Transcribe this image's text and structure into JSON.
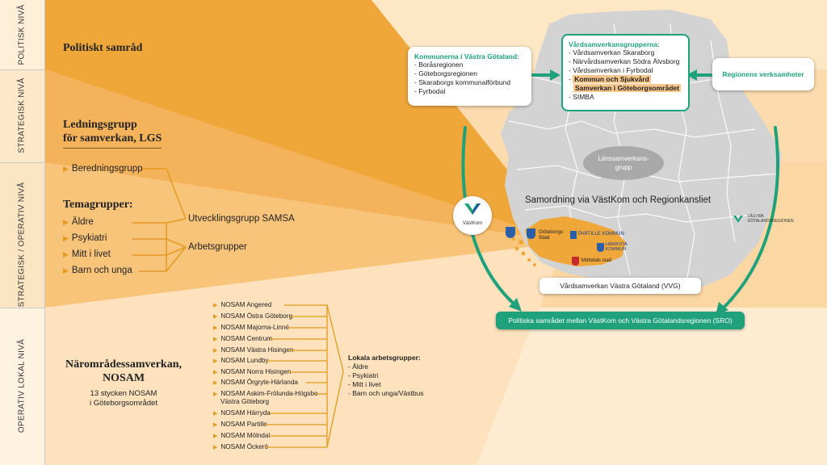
{
  "levels": [
    {
      "label": "POLITISK NIVÅ"
    },
    {
      "label": "STRATEGISK NIVÅ"
    },
    {
      "label": "STRATEGISK / OPERATIV NIVÅ"
    },
    {
      "label": "OPERATIV LOKAL NIVÅ"
    }
  ],
  "politiskt_samrad": "Politiskt samråd",
  "lgs": {
    "line1": "Ledningsgrupp",
    "line2": "för samverkan, LGS"
  },
  "beredningsgrupp": "Beredningsgrupp",
  "temagrupper": {
    "title": "Temagrupper:",
    "items": [
      "Äldre",
      "Psykiatri",
      "Mitt i livet",
      "Barn och unga"
    ]
  },
  "utvecklingsgrupp": "Utvecklingsgrupp SAMSA",
  "arbetsgrupper": "Arbetsgrupper",
  "nosam": {
    "title1": "Närområdessamverkan,",
    "title2": "NOSAM",
    "sub1": "13 stycken NOSAM",
    "sub2": "i Göteborgsområdet",
    "items": [
      "NOSAM Angered",
      "NOSAM Östra Göteborg",
      "NOSAM Majorna-Linné",
      "NOSAM Centrum",
      "NOSAM Västra Hisingen",
      "NOSAM Lundby",
      "NOSAM Norra Hisingen",
      "NOSAM Örgryte-Härlanda",
      "NOSAM Askim-Frölunda-Högsbo",
      "NOSAM Härryda",
      "NOSAM Partille",
      "NOSAM Mölndal",
      "NOSAM Öckerö"
    ],
    "askim_line2": "Västra Göteborg"
  },
  "lokala": {
    "title": "Lokala arbetsgrupper:",
    "items": [
      "- Äldre",
      "- Psykiatri",
      "- Mitt i livet",
      "- Barn och unga/Västbus"
    ]
  },
  "kommunerna": {
    "title": "Kommunerna i Västra Götaland:",
    "items": [
      "- Boråsregionen",
      "- Göteborgsregionen",
      "- Skaraborgs kommunalförbund",
      "- Fyrbodal"
    ]
  },
  "vardsamverkansgrupperna": {
    "title": "Vårdsamverkansgrupperna:",
    "items": [
      "- Vårdsamverkan Skaraborg",
      "- Närvårdsamverkan Södra Älvsborg",
      "- Vårdsamverkan i Fyrbodal"
    ],
    "dash": "-",
    "hl1": "Kommun och Sjukvård",
    "hl2": "Samverkan i Göteborgsområdet",
    "last": "- SIMBA"
  },
  "regionens": "Regionens verksamheter",
  "lanssamverkan": {
    "line1": "Länssamverkans-",
    "line2": "grupp"
  },
  "samordning": "Samordning via VästKom och Regionkansliet",
  "vastkom": "VästKom",
  "vgr": {
    "line1": "VÄSTRA",
    "line2": "GÖTALANDSREGIONEN"
  },
  "municipalities": {
    "goteborg1": "Göteborgs",
    "goteborg2": "Stad",
    "partille": "PARTILLE KOMMUN",
    "harryda1": "HÄRRYDA",
    "harryda2": "KOMMUN",
    "molndal": "Mölndals stad"
  },
  "vvg": "Vårdsamverkan Västra Götaland (VVG)",
  "sro": "Politiska samrådet mellan VästKom och Västra Götalandsregionen (SRO)",
  "colors": {
    "orange": "#f0a73a",
    "green": "#1fa27b",
    "map": "#d3d3d3"
  }
}
